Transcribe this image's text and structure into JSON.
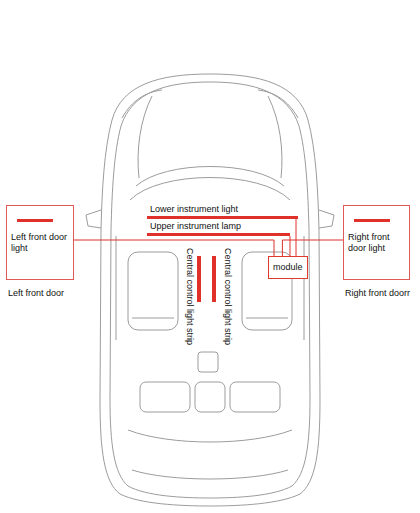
{
  "diagram": {
    "nodes": [
      {
        "text": [
          "Left front door light",
          "Left front door"
        ]
      },
      {
        "text": [
          "Right front door light",
          "Right front doorr"
        ]
      },
      {
        "text": [
          "module"
        ]
      }
    ],
    "edges": [
      {
        "from": 2,
        "to": 0,
        "arrow": "none"
      },
      {
        "from": 2,
        "to": 1,
        "arrow": "none"
      }
    ],
    "labels": [
      "Lower instrument light",
      "Upper instrument lamp",
      "Central control light strip",
      "Central control light strip"
    ]
  }
}
